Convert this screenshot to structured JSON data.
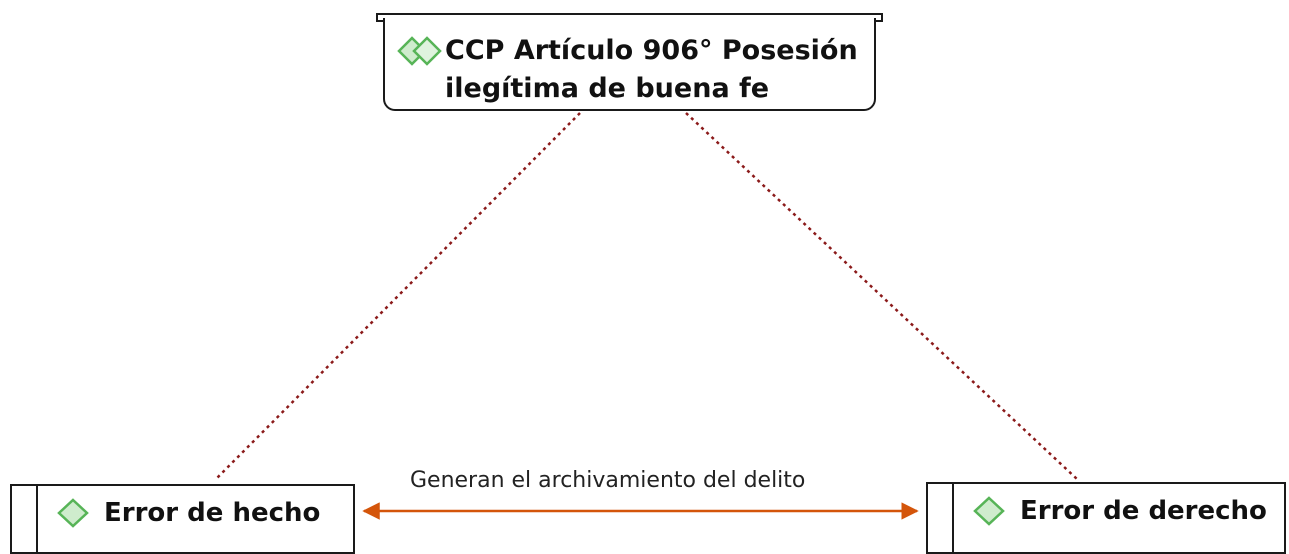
{
  "nodes": {
    "top": {
      "label": "CCP Artículo 906° Posesión ilegítima de buena fe",
      "icon": "code-diamond-icon"
    },
    "left": {
      "label": "Error de hecho",
      "icon": "code-diamond-icon"
    },
    "right": {
      "label": "Error de derecho",
      "icon": "code-diamond-icon"
    }
  },
  "edges": {
    "relation_label": "Generan el archivamiento del delito"
  },
  "colors": {
    "dotted_link": "#8b1a1a",
    "relation_arrow": "#d4550a",
    "icon_fill": "#cfeccd",
    "icon_stroke": "#57b457"
  }
}
